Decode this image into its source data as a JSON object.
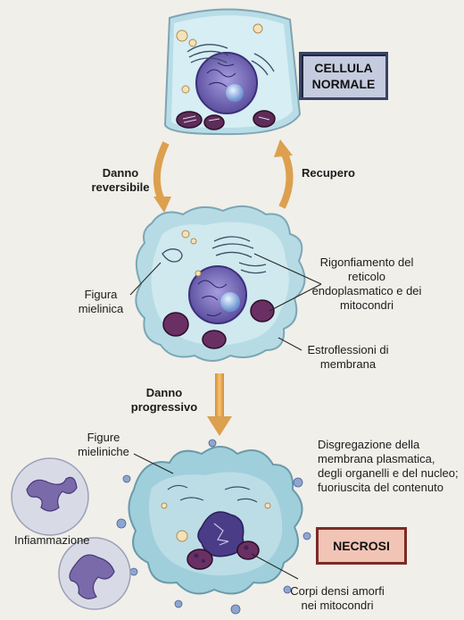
{
  "diagram": {
    "normal_box": "CELLULA NORMALE",
    "reversible_label": "Danno reversibile",
    "recovery_label": "Recupero",
    "myelin_figure": "Figura mielinica",
    "swelling_label": "Rigonfiamento del reticolo endoplasmatico e dei mitocondri",
    "blebs_label": "Estroflessioni di membrana",
    "progressive_label": "Danno progressivo",
    "myelin_figures": "Figure mieliniche",
    "disintegration_label": "Disgregazione della membrana plasmatica, degli organelli e del nucleo; fuoriuscita del contenuto",
    "inflammation_label": "Infiammazione",
    "necrosis_box": "NECROSI",
    "dense_bodies_label": "Corpi densi amorfi nei mitocondri"
  },
  "colors": {
    "page": "#f1efe9",
    "cytoplasm": "#b7dbe4",
    "nucleus": "#6a5da7",
    "mitochondria": "#5a2a55",
    "arrow": "#e2a24b"
  }
}
